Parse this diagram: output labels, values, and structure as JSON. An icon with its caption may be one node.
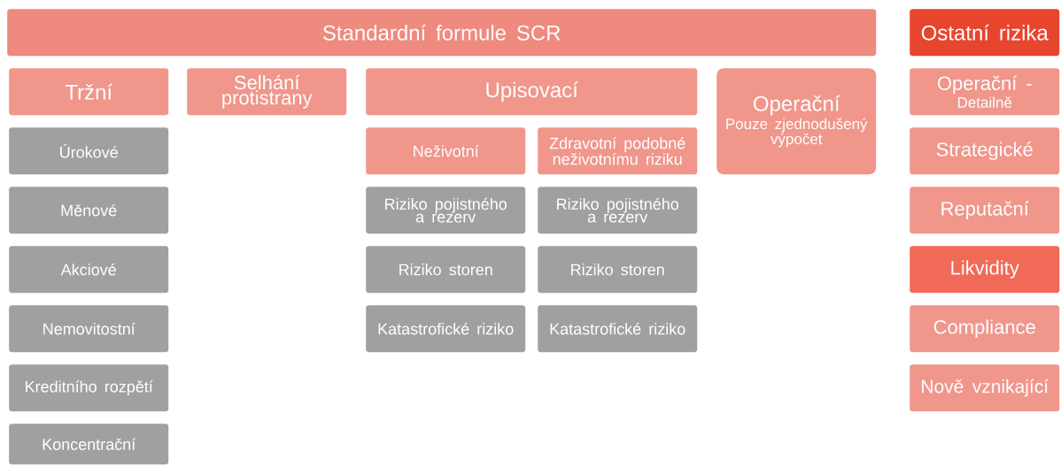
{
  "diagram": {
    "nodes": [
      {
        "text": [
          "Standardní formule SCR"
        ]
      },
      {
        "text": [
          "Ostatní rizika"
        ]
      },
      {
        "text": [
          "Tržní"
        ]
      },
      {
        "text": [
          "Selhání protistrany"
        ]
      },
      {
        "text": [
          "Upisovací"
        ]
      },
      {
        "text": [
          "Operační",
          "Pouze zjednodušený výpočet"
        ]
      },
      {
        "text": [
          "Operační -",
          "Detailně"
        ]
      },
      {
        "text": [
          "Úrokové"
        ]
      },
      {
        "text": [
          "Neživotní"
        ]
      },
      {
        "text": [
          "Zdravotní podobné neživotnímu riziku"
        ]
      },
      {
        "text": [
          "Strategické"
        ]
      },
      {
        "text": [
          "Měnové"
        ]
      },
      {
        "text": [
          "Riziko pojistného a rezerv"
        ]
      },
      {
        "text": [
          "Riziko pojistného a rezerv"
        ]
      },
      {
        "text": [
          "Reputační"
        ]
      },
      {
        "text": [
          "Akciové"
        ]
      },
      {
        "text": [
          "Riziko storen"
        ]
      },
      {
        "text": [
          "Riziko storen"
        ]
      },
      {
        "text": [
          "Likvidity"
        ]
      },
      {
        "text": [
          "Nemovitostní"
        ]
      },
      {
        "text": [
          "Katastrofické riziko"
        ]
      },
      {
        "text": [
          "Katastrofické riziko"
        ]
      },
      {
        "text": [
          "Compliance"
        ]
      },
      {
        "text": [
          "Kreditního rozpětí"
        ]
      },
      {
        "text": [
          "Nově vznikající"
        ]
      },
      {
        "text": [
          "Koncentrační"
        ]
      }
    ]
  }
}
